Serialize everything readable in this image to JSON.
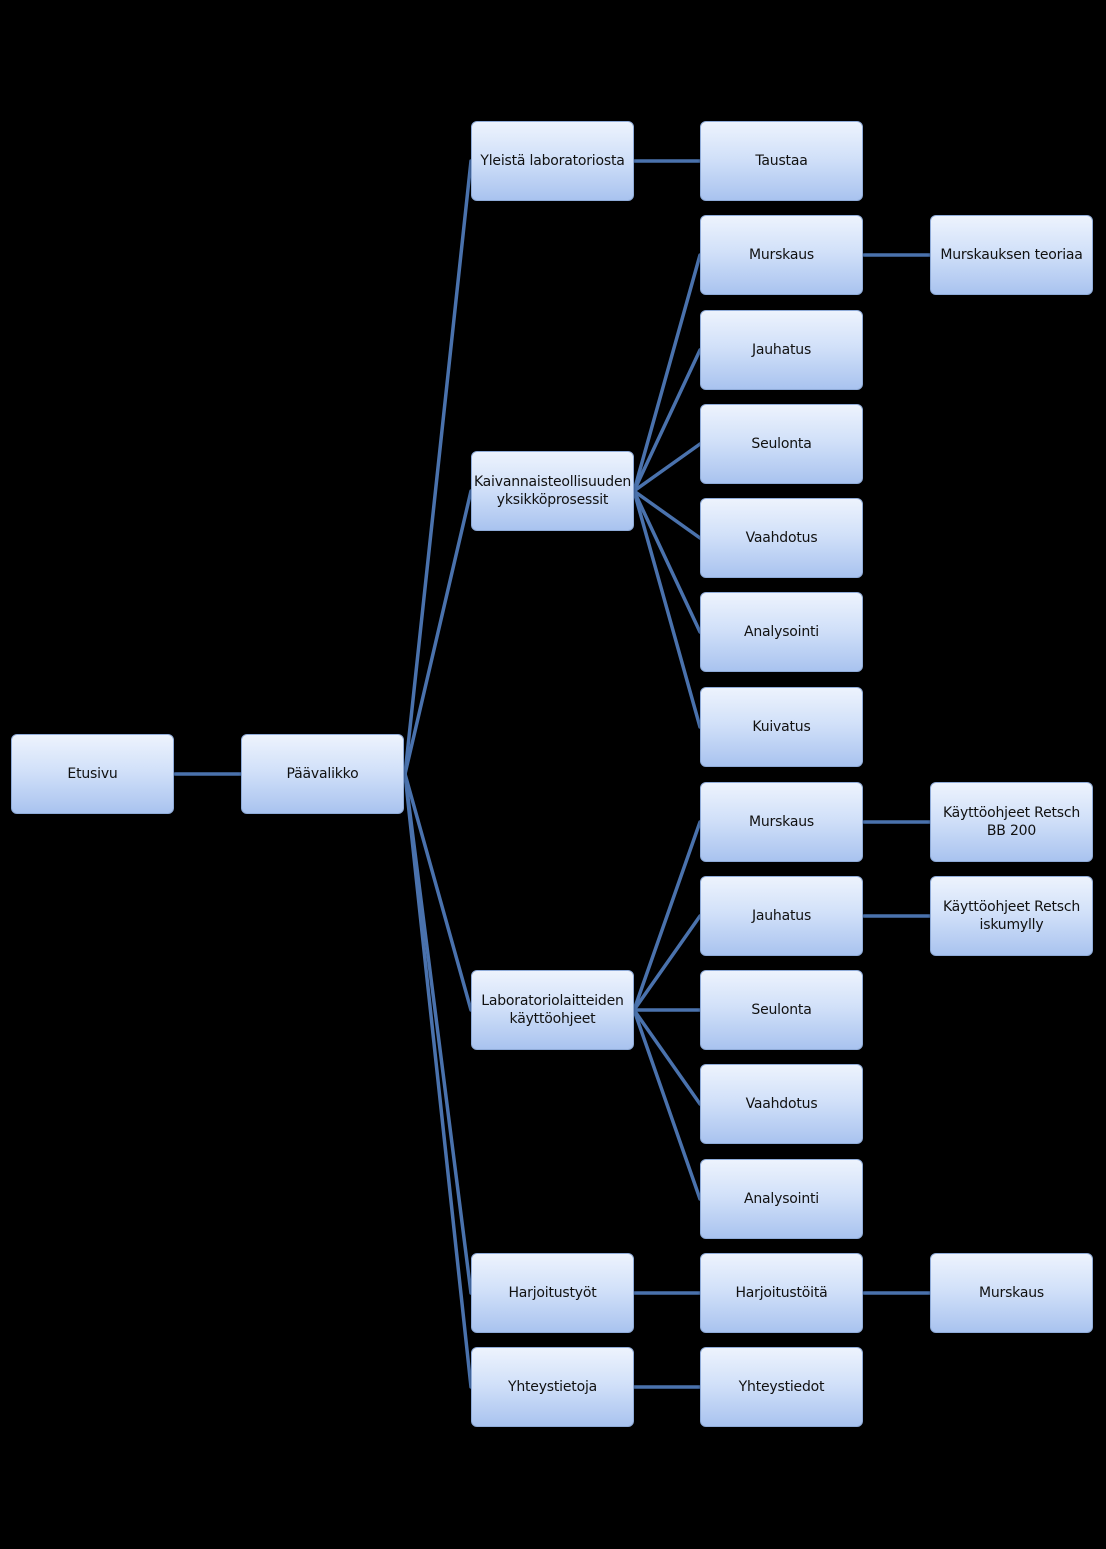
{
  "colors": {
    "background": "#000000",
    "connector": "#4a72ad",
    "node_top": "#edf3fd",
    "node_bottom": "#a9c3ef",
    "text": "#111111"
  },
  "nodes": {
    "etusivu": "Etusivu",
    "paavalikko": "Päävalikko",
    "yleista": "Yleistä laboratoriosta",
    "taustaa": "Taustaa",
    "kaivannais": "Kaivannaisteollisuuden\nyksikköprosessit",
    "k_murskaus": "Murskaus",
    "k_murskaus_teoriaa": "Murskauksen teoriaa",
    "k_jauhatus": "Jauhatus",
    "k_seulonta": "Seulonta",
    "k_vaahdotus": "Vaahdotus",
    "k_analysointi": "Analysointi",
    "k_kuivatus": "Kuivatus",
    "laitteet": "Laboratoriolaitteiden\nkäyttöohjeet",
    "l_murskaus": "Murskaus",
    "l_murskaus_ohje": "Käyttöohjeet Retsch\nBB 200",
    "l_jauhatus": "Jauhatus",
    "l_jauhatus_ohje": "Käyttöohjeet Retsch\niskumylly",
    "l_seulonta": "Seulonta",
    "l_vaahdotus": "Vaahdotus",
    "l_analysointi": "Analysointi",
    "harjoitustyot": "Harjoitustyöt",
    "harjoitustoita": "Harjoitustöitä",
    "h_murskaus": "Murskaus",
    "yhteystietoja": "Yhteystietoja",
    "yhteystiedot": "Yhteystiedot"
  }
}
